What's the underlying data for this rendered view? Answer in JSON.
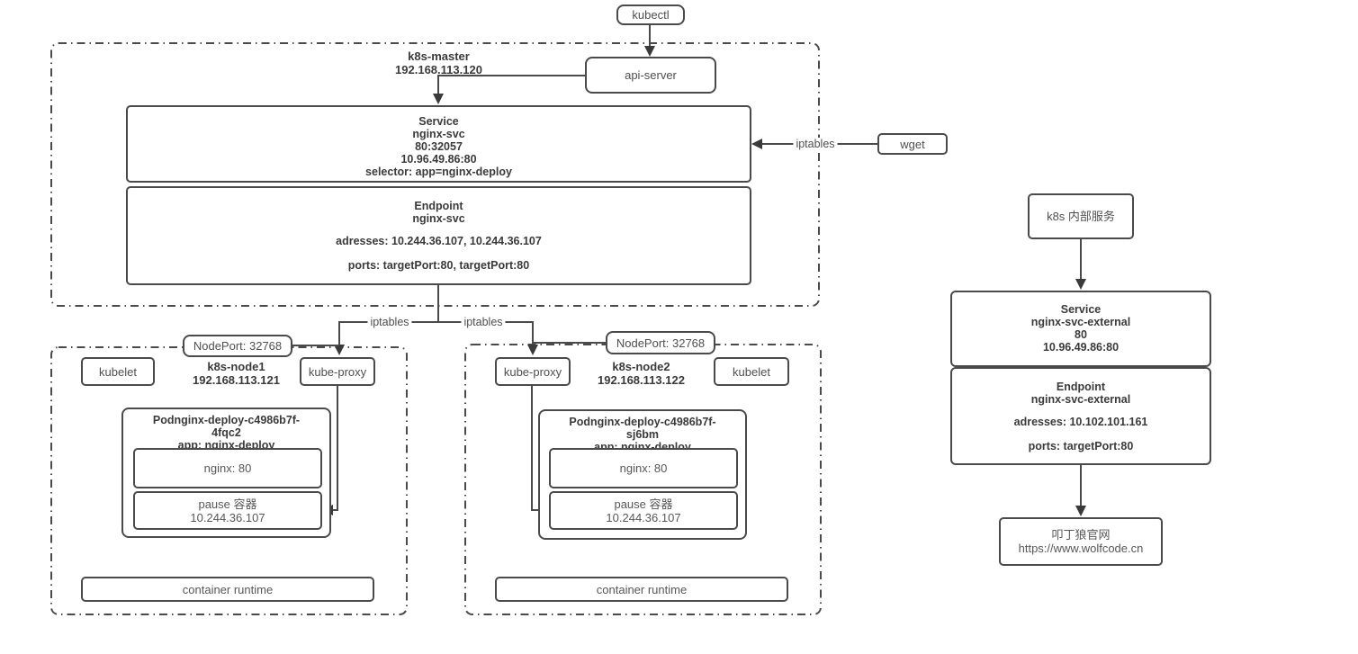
{
  "labels": {
    "kubectl": "kubectl",
    "api_server": "api-server",
    "wget": "wget",
    "iptables": "iptables"
  },
  "master": {
    "title": "k8s-master",
    "ip": "192.168.113.120",
    "service": {
      "title": "Service",
      "name": "nginx-svc",
      "ports": "80:32057",
      "address": "10.96.49.86:80",
      "selector": "selector: app=nginx-deploy"
    },
    "endpoint": {
      "title": "Endpoint",
      "name": "nginx-svc",
      "addresses": "adresses: 10.244.36.107, 10.244.36.107",
      "ports": "ports: targetPort:80, targetPort:80"
    }
  },
  "node1": {
    "nodeport": "NodePort: 32768",
    "kubelet": "kubelet",
    "kube_proxy": "kube-proxy",
    "title": "k8s-node1",
    "ip": "192.168.113.121",
    "pod": {
      "title_line1": "Podnginx-deploy-c4986b7f-",
      "title_line2": "4fqc2",
      "app": "app: nginx-deploy",
      "nginx_container": "nginx: 80",
      "pause_label": "pause 容器",
      "pause_ip": "10.244.36.107"
    },
    "container_runtime": "container runtime"
  },
  "node2": {
    "nodeport": "NodePort: 32768",
    "kubelet": "kubelet",
    "kube_proxy": "kube-proxy",
    "title": "k8s-node2",
    "ip": "192.168.113.122",
    "pod": {
      "title_line1": "Podnginx-deploy-c4986b7f-",
      "title_line2": "sj6bm",
      "app": "app: nginx-deploy",
      "nginx_container": "nginx: 80",
      "pause_label": "pause 容器",
      "pause_ip": "10.244.36.107"
    },
    "container_runtime": "container runtime"
  },
  "external": {
    "entry": "k8s 内部服务",
    "service": {
      "title": "Service",
      "name": "nginx-svc-external",
      "port": "80",
      "address": "10.96.49.86:80"
    },
    "endpoint": {
      "title": "Endpoint",
      "name": "nginx-svc-external",
      "addresses": "adresses: 10.102.101.161",
      "ports": "ports: targetPort:80"
    },
    "target": {
      "name": "叩丁狼官网",
      "url": "https://www.wolfcode.cn"
    }
  }
}
